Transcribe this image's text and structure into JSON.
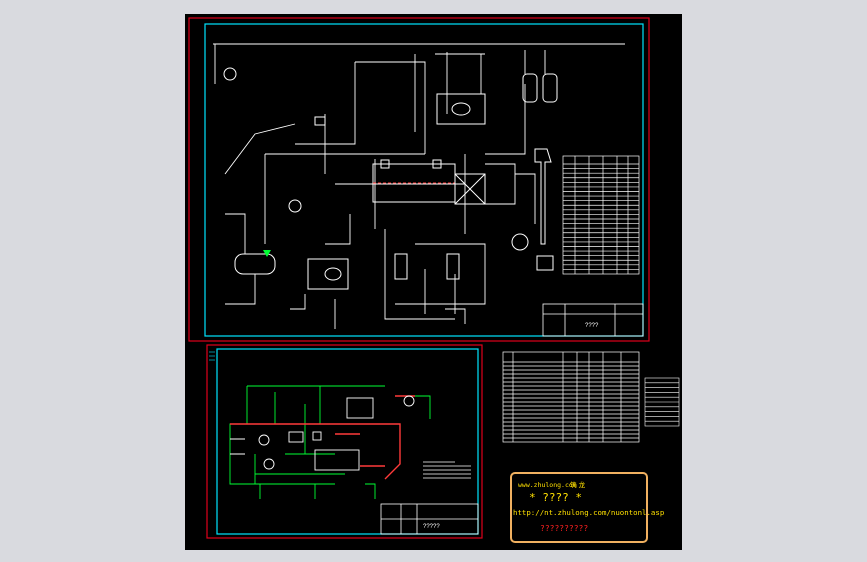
{
  "viewport": {
    "background": "#d9dadf",
    "canvas_color": "#000000"
  },
  "colors": {
    "frame_red": "#e0001b",
    "frame_cyan": "#00e5ff",
    "line_white": "#ffffff",
    "line_green": "#00ff33",
    "line_red": "#ff3a3a",
    "badge_border": "#f0b060",
    "badge_text_yellow": "#ffe000",
    "badge_text_red": "#ff2020"
  },
  "top_drawing": {
    "title_block_text": "????",
    "equipment_table": {
      "rows": 24,
      "cols": 6
    }
  },
  "mid_table": {
    "rows": 20,
    "cols": 7
  },
  "side_note": {
    "rows": 10
  },
  "bottom_drawing": {
    "title_block_text": "?????",
    "note_lines": 5
  },
  "watermark": {
    "line1": "www.zhulong.com",
    "line1_tag": "筑 龙",
    "line2": "* ???? *",
    "line3": "http://nt.zhulong.com/nuontonl.asp",
    "line4": "??????????"
  }
}
